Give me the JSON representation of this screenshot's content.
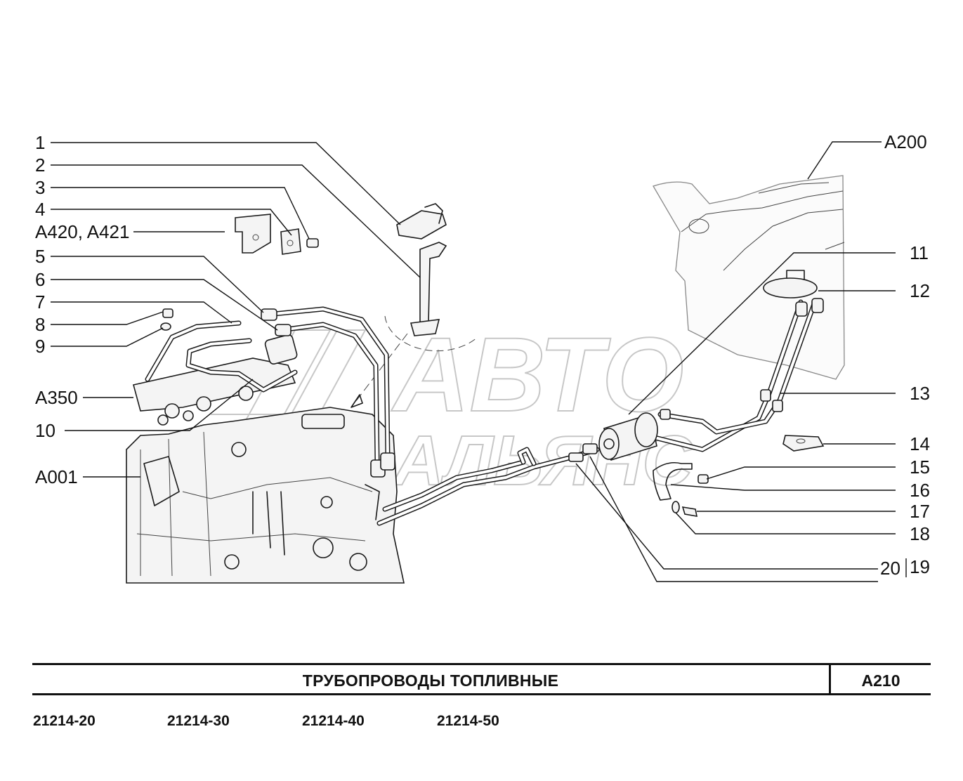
{
  "watermark": {
    "line1": "АВТО",
    "line2": "АЛЬЯНС"
  },
  "callouts": {
    "c1": "1",
    "c2": "2",
    "c3": "3",
    "c4": "4",
    "c_a420": "A420, A421",
    "c5": "5",
    "c6": "6",
    "c7": "7",
    "c8": "8",
    "c9": "9",
    "c_a350": "A350",
    "c10": "10",
    "c_a001": "A001",
    "c_a200": "A200",
    "c11": "11",
    "c12": "12",
    "c13": "13",
    "c14": "14",
    "c15": "15",
    "c16": "16",
    "c17": "17",
    "c18": "18",
    "c20": "20",
    "c19": "19"
  },
  "title_block": {
    "title": "ТРУБОПРОВОДЫ   ТОПЛИВНЫЕ",
    "sheet_code": "A210"
  },
  "models": [
    "21214-20",
    "21214-30",
    "21214-40",
    "21214-50"
  ]
}
